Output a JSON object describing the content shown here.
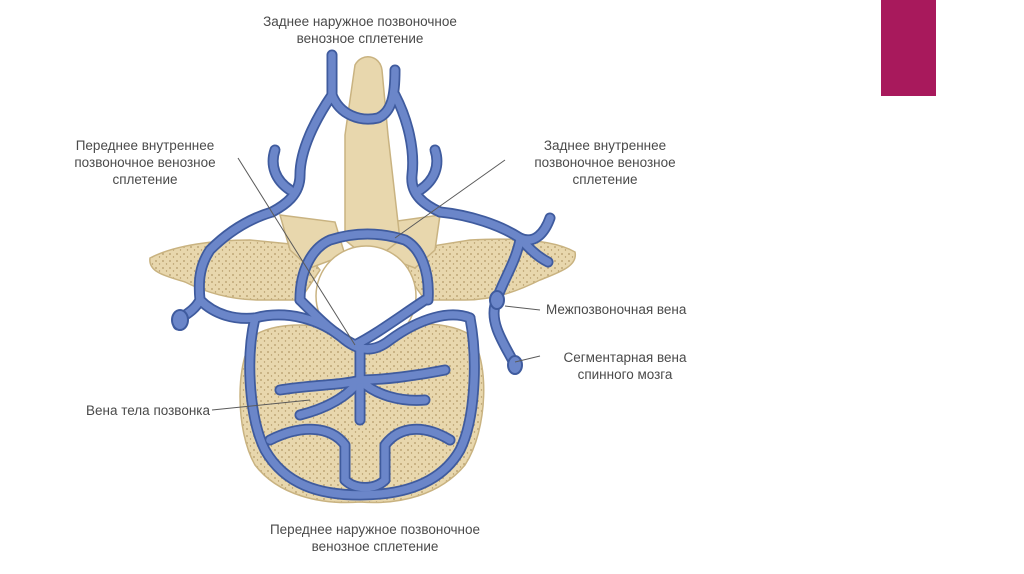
{
  "slide": {
    "accent_color": "#a8195c",
    "background": "#ffffff"
  },
  "diagram": {
    "colors": {
      "vein": "#6b86c9",
      "vein_stroke": "#3f5b9e",
      "bone": "#e8d7ad",
      "bone_dark": "#c9b381",
      "bone_dots": "#b39a68",
      "leader": "#5a5a5a"
    },
    "labels": {
      "posterior_external": {
        "line1": "Заднее наружное позвоночное",
        "line2": "венозное сплетение"
      },
      "anterior_internal": {
        "line1": "Переднее внутреннее",
        "line2": "позвоночное венозное",
        "line3": "сплетение"
      },
      "posterior_internal": {
        "line1": "Заднее внутреннее",
        "line2": "позвоночное венозное",
        "line3": "сплетение"
      },
      "intervertebral_vein": {
        "line1": "Межпозвоночная вена"
      },
      "segmental_vein": {
        "line1": "Сегментарная вена",
        "line2": "спинного мозга"
      },
      "basivertebral_vein": {
        "line1": "Вена тела позвонка"
      },
      "anterior_external": {
        "line1": "Переднее наружное позвоночное",
        "line2": "венозное сплетение"
      }
    }
  }
}
